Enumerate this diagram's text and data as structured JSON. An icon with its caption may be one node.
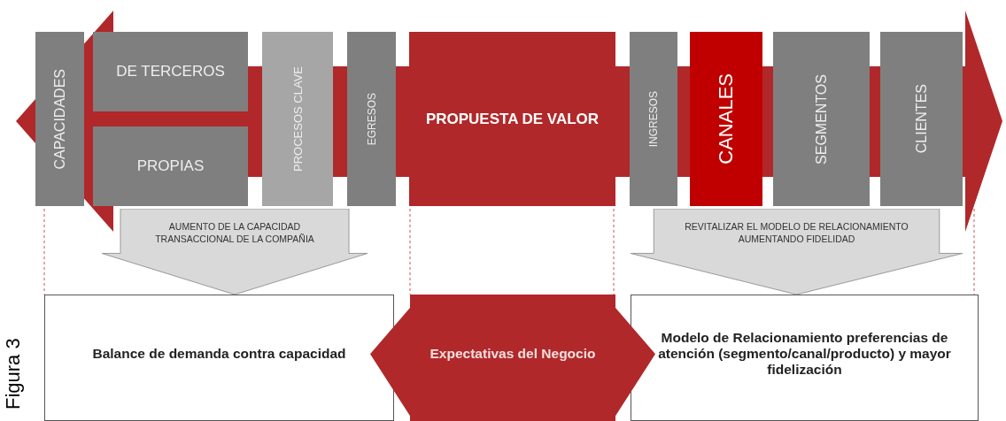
{
  "diagram": {
    "caption": "Figura 3",
    "nodes": [
      {
        "text": [
          "CAPACIDADES"
        ]
      },
      {
        "text": [
          "DE TERCEROS"
        ]
      },
      {
        "text": [
          "PROPIAS"
        ]
      },
      {
        "text": [
          "PROCESOS CLAVE"
        ]
      },
      {
        "text": [
          "EGRESOS"
        ]
      },
      {
        "text": [
          "PROPUESTA DE VALOR"
        ]
      },
      {
        "text": [
          "INGRESOS"
        ]
      },
      {
        "text": [
          "CANALES"
        ]
      },
      {
        "text": [
          "SEGMENTOS"
        ]
      },
      {
        "text": [
          "CLIENTES"
        ]
      },
      {
        "text": [
          "AUMENTO DE LA CAPACIDAD TRANSACCIONAL DE LA COMPAÑIA"
        ]
      },
      {
        "text": [
          "REVITALIZAR EL MODELO DE RELACIONAMIENTO AUMENTANDO FIDELIDAD"
        ]
      },
      {
        "text": [
          "Balance de demanda contra capacidad"
        ]
      },
      {
        "text": [
          "Expectativas del Negocio"
        ]
      },
      {
        "text": [
          "Modelo de Relacionamiento preferencias de atención (segmento/canal/producto) y mayor fidelización"
        ]
      }
    ]
  }
}
